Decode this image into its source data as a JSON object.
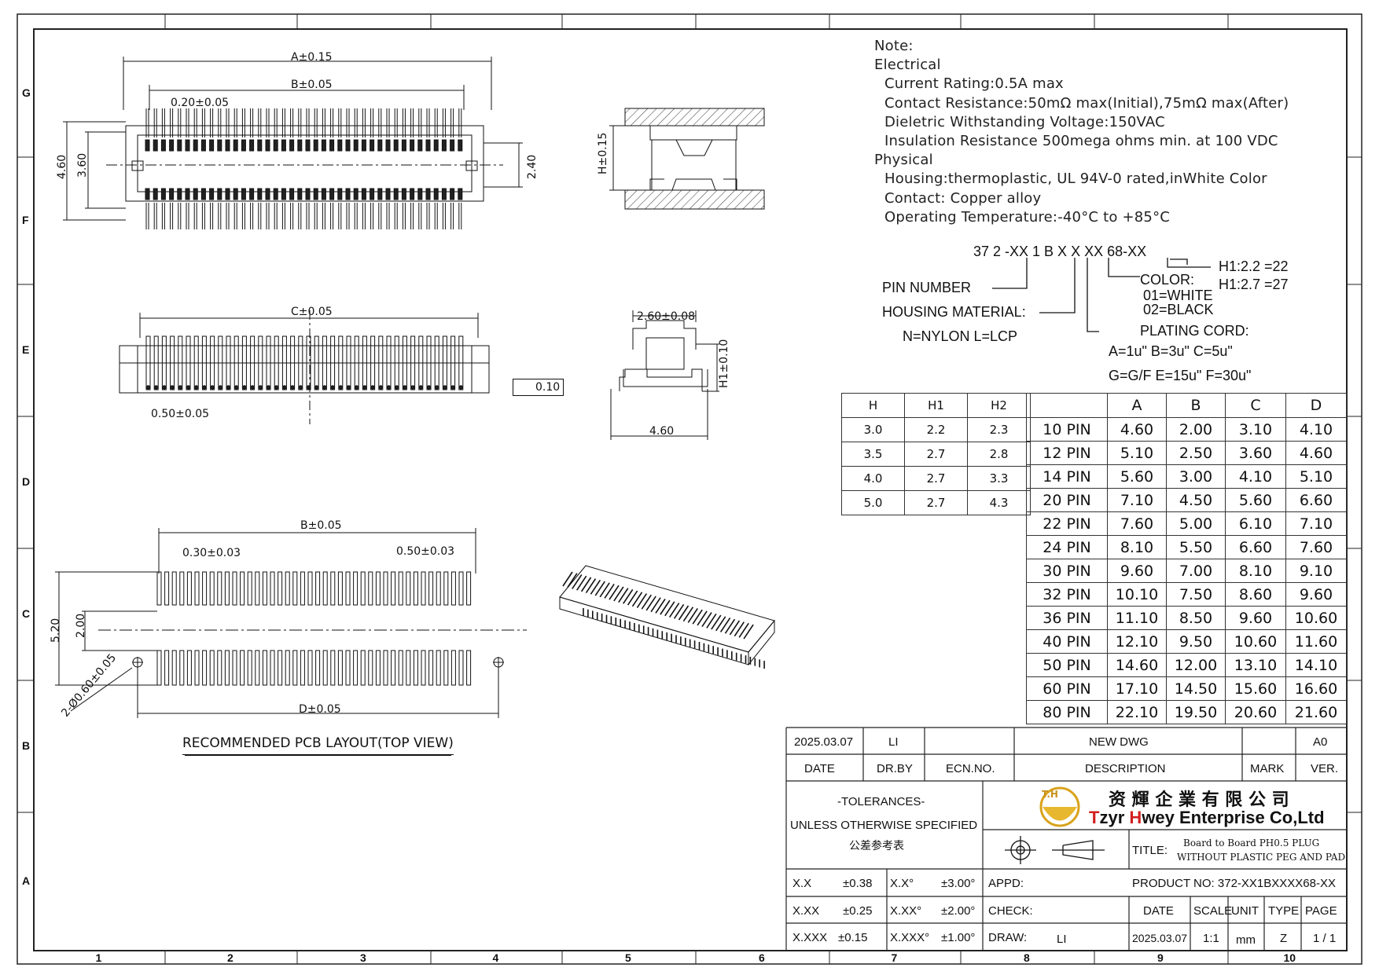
{
  "border": {
    "columns": [
      "1",
      "2",
      "3",
      "4",
      "5",
      "6",
      "7",
      "8",
      "9",
      "10"
    ],
    "rows": [
      "G",
      "F",
      "E",
      "D",
      "C",
      "B",
      "A"
    ]
  },
  "notes": {
    "lines": [
      "Note:",
      "Electrical",
      "Current  Rating:0.5A  max",
      "Contact  Resistance:50mΩ  max(Initial),75mΩ  max(After)",
      "Dieletric  Withstanding  Voltage:150VAC",
      "Insulation  Resistance  500mega  ohms  min.  at  100  VDC",
      "Physical",
      "Housing:thermoplastic,  UL  94V-0  rated,inWhite  Color",
      "Contact:  Copper  alloy",
      "Operating  Temperature:-40°C  to  +85°C"
    ]
  },
  "part_code": {
    "code": "37 2 -XX 1 B  X  X  XX 68-XX",
    "pin_number": "PIN NUMBER",
    "housing_material": "HOUSING MATERIAL:",
    "housing_options": "N=NYLON   L=LCP",
    "color_title": "COLOR:",
    "color_white": "01=WHITE",
    "color_black": "02=BLACK",
    "plating_title": "PLATING CORD:",
    "plating_line1": "A=1u\"  B=3u\"  C=5u\"",
    "plating_line2": "G=G/F E=15u\" F=30u\"",
    "h1_22": "H1:2.2 =22",
    "h1_27": "H1:2.7 =27"
  },
  "height_table": {
    "headers": [
      "H",
      "H1",
      "H2"
    ],
    "rows": [
      [
        "3.0",
        "2.2",
        "2.3"
      ],
      [
        "3.5",
        "2.7",
        "2.8"
      ],
      [
        "4.0",
        "2.7",
        "3.3"
      ],
      [
        "5.0",
        "2.7",
        "4.3"
      ]
    ]
  },
  "pin_table": {
    "headers": [
      "",
      "A",
      "B",
      "C",
      "D"
    ],
    "rows": [
      [
        "10  PIN",
        "4.60",
        "2.00",
        "3.10",
        "4.10"
      ],
      [
        "12  PIN",
        "5.10",
        "2.50",
        "3.60",
        "4.60"
      ],
      [
        "14  PIN",
        "5.60",
        "3.00",
        "4.10",
        "5.10"
      ],
      [
        "20  PIN",
        "7.10",
        "4.50",
        "5.60",
        "6.60"
      ],
      [
        "22  PIN",
        "7.60",
        "5.00",
        "6.10",
        "7.10"
      ],
      [
        "24  PIN",
        "8.10",
        "5.50",
        "6.60",
        "7.60"
      ],
      [
        "30  PIN",
        "9.60",
        "7.00",
        "8.10",
        "9.10"
      ],
      [
        "32  PIN",
        "10.10",
        "7.50",
        "8.60",
        "9.60"
      ],
      [
        "36  PIN",
        "11.10",
        "8.50",
        "9.60",
        "10.60"
      ],
      [
        "40  PIN",
        "12.10",
        "9.50",
        "10.60",
        "11.60"
      ],
      [
        "50  PIN",
        "14.60",
        "12.00",
        "13.10",
        "14.10"
      ],
      [
        "60  PIN",
        "17.10",
        "14.50",
        "15.60",
        "16.60"
      ],
      [
        "80  PIN",
        "22.10",
        "19.50",
        "20.60",
        "21.60"
      ]
    ]
  },
  "dims": {
    "a": "A±0.15",
    "b": "B±0.05",
    "pitch_020": "0.20±0.05",
    "h460": "4.60",
    "h360": "3.60",
    "h240": "2.40",
    "h015": "H±0.15",
    "c": "C±0.05",
    "pitch_050": "0.50±0.05",
    "flat": "0.10",
    "w260": "2.60±0.08",
    "h1_010": "H1±0.10",
    "w460": "4.60",
    "b_pcb": "B±0.05",
    "pad030": "0.30±0.03",
    "pad050": "0.50±0.03",
    "h520": "5.20",
    "h200": "2.00",
    "hole": "2-Ø0.60±0.05",
    "d": "D±0.05",
    "pcb_caption": "RECOMMENDED  PCB  LAYOUT(TOP  VIEW)"
  },
  "title_block": {
    "rev_date": "2025.03.07",
    "rev_drby": "LI",
    "rev_desc": "NEW DWG",
    "rev_ver": "A0",
    "h_date": "DATE",
    "h_drby": "DR.BY",
    "h_ecn": "ECN.NO.",
    "h_desc": "DESCRIPTION",
    "h_mark": "MARK",
    "h_ver": "VER.",
    "tol_title": "-TOLERANCES-",
    "tol_spec": "UNLESS OTHERWISE SPECIFIED",
    "tol_cn": "公差参考表",
    "company_cn": "资 輝 企 業 有 限 公 司",
    "company_t": "T",
    "company_zyr": "zyr ",
    "company_h": "H",
    "company_rest": "wey Enterprise Co,Ltd",
    "logo_text": "T.H",
    "title_label": "TITLE:",
    "title_line1": "Board to Board PH0.5 PLUG",
    "title_line2": "WITHOUT PLASTIC PEG AND PAD",
    "tol_x": "X.X",
    "tol_x_v": "±0.38",
    "tol_xd": "X.X°",
    "tol_xd_v": "±3.00°",
    "tol_xx": "X.XX",
    "tol_xx_v": "±0.25",
    "tol_xxd": "X.XX°",
    "tol_xxd_v": "±2.00°",
    "tol_xxx": "X.XXX",
    "tol_xxx_v": "±0.15",
    "tol_xxxd": "X.XXX°",
    "tol_xxxd_v": "±1.00°",
    "appd": "APPD:",
    "check": "CHECK:",
    "draw": "DRAW:",
    "draw_by": "LI",
    "product_no": "PRODUCT NO: 372-XX1BXXXX68-XX",
    "f_date": "DATE",
    "f_scale": "SCALE",
    "f_unit": "UNIT",
    "f_type": "TYPE",
    "f_page": "PAGE",
    "v_date": "2025.03.07",
    "v_scale": "1:1",
    "v_unit": "mm",
    "v_type": "Z",
    "v_page": "1 / 1"
  }
}
